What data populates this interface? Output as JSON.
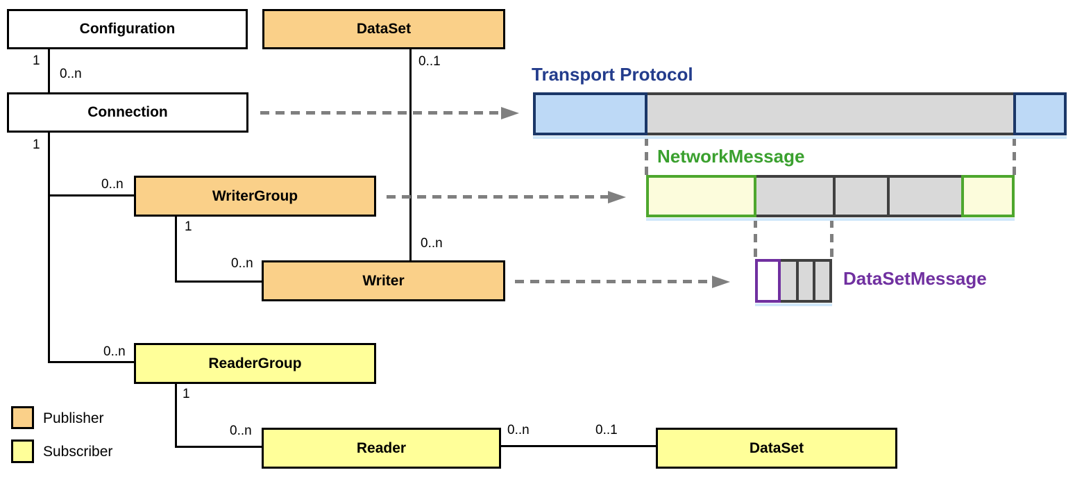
{
  "boxes": {
    "configuration": "Configuration",
    "dataset_top": "DataSet",
    "connection": "Connection",
    "writer_group": "WriterGroup",
    "writer": "Writer",
    "reader_group": "ReaderGroup",
    "reader": "Reader",
    "dataset_bottom": "DataSet"
  },
  "multiplicities": [
    "1",
    "0..n",
    "0..1",
    "1",
    "0..n",
    "1",
    "0..n",
    "0..n",
    "0..n",
    "1",
    "0..n",
    "0..n",
    "0..1"
  ],
  "layers": {
    "transport": "Transport Protocol",
    "network": "NetworkMessage",
    "dataset_message": "DataSetMessage"
  },
  "legend": {
    "publisher": "Publisher",
    "subscriber": "Subscriber"
  },
  "colors": {
    "publisher_orange": "#FAD089",
    "subscriber_yellow": "#FFFF99",
    "transport_blue_fill": "#BDD9F6",
    "transport_blue_border": "#1B3768",
    "transport_label": "#233C8C",
    "network_green": "#4EA72E",
    "network_label": "#3AA02E",
    "network_pale_yellow": "#FCFCDC",
    "message_gray_fill": "#D9D9D9",
    "message_gray_border": "#404040",
    "dataset_message_purple": "#7030A0",
    "arrow_gray": "#7F7F7F",
    "line_black": "#000000"
  }
}
